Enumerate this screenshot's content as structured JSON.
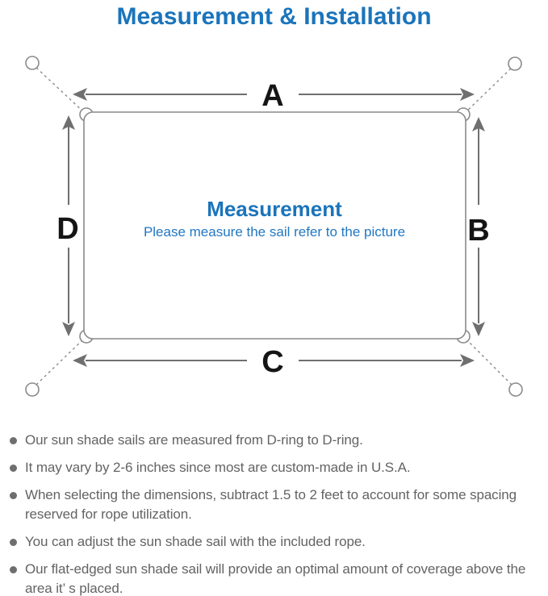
{
  "title": "Measurement & Installation",
  "diagram": {
    "labels": {
      "top": "A",
      "right": "B",
      "bottom": "C",
      "left": "D"
    },
    "center_title": "Measurement",
    "center_subtitle": "Please measure the sail refer to the picture"
  },
  "notes": [
    "Our sun shade sails are measured from D-ring to D-ring.",
    "It may vary by 2-6 inches since most are custom-made in U.S.A.",
    "When selecting the dimensions, subtract 1.5 to 2 feet to account for some spacing reserved for rope utilization.",
    "You can adjust the sun shade sail with the included rope.",
    "Our flat-edged sun shade sail will provide an optimal amount of coverage above the area it’ s placed."
  ],
  "colors": {
    "accent_blue": "#1b74bb",
    "subtitle_blue": "#2277c2",
    "note_text_gray": "#636363",
    "bullet_gray": "#6e6e6e",
    "diagram_stroke_gray": "#8a8a8a",
    "arrow_gray": "#6f6f6f",
    "label_black": "#151515"
  }
}
